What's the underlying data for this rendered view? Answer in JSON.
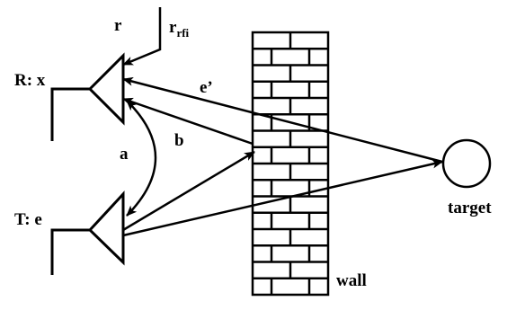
{
  "labels": {
    "receiver": "R: x",
    "transmitter": "T: e",
    "r": "r",
    "rfi_main": "r",
    "rfi_sub": "rfi",
    "reflected": "e’",
    "a": "a",
    "b": "b",
    "target": "target",
    "wall": "wall"
  },
  "colors": {
    "ink": "#000000",
    "background": "#ffffff"
  }
}
